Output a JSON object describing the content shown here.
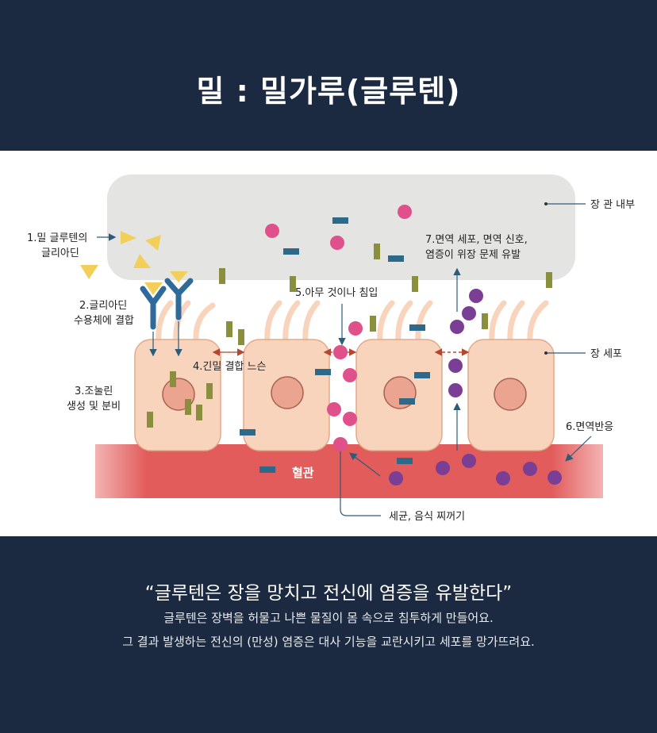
{
  "header": {
    "title": "밀 : 밀가루(글루텐)"
  },
  "diagram": {
    "labels": {
      "lumen": "장 관 내부",
      "step1_line1": "1.밀 글루텐의",
      "step1_line2": "글리아딘",
      "step2_line1": "2.글리아딘",
      "step2_line2": "수용체에 결합",
      "step3_line1": "3.조눌린",
      "step3_line2": "생성 및 분비",
      "step4": "4.긴밀 결합 느슨",
      "step5": "5.아무 것이나 침입",
      "step6": "6.면역반응",
      "step7_line1": "7.면역 세포, 면역 신호,",
      "step7_line2": "염증이 위장 문제 유발",
      "cell": "장 세포",
      "vessel": "혈관",
      "debris": "세균, 음식 찌꺼기"
    },
    "colors": {
      "lumen": "#e4e5e3",
      "cell": "#f9d4bd",
      "vessel": "#e05a5a",
      "gliadin": "#f2cf5a",
      "receptor": "#2e6b9a",
      "bacteria": "#e0508a",
      "immune": "#7a3f95",
      "zonulin": "#8a8f3d",
      "food": "#2d6a8a"
    }
  },
  "footer": {
    "quote": "“글루텐은 장을 망치고 전신에 염증을 유발한다”",
    "line1": "글루텐은 장벽을 허물고 나쁜 물질이 몸 속으로 침투하게 만들어요.",
    "line2": "그 결과 발생하는 전신의 (만성) 염증은 대사 기능을 교란시키고 세포를 망가뜨려요."
  }
}
